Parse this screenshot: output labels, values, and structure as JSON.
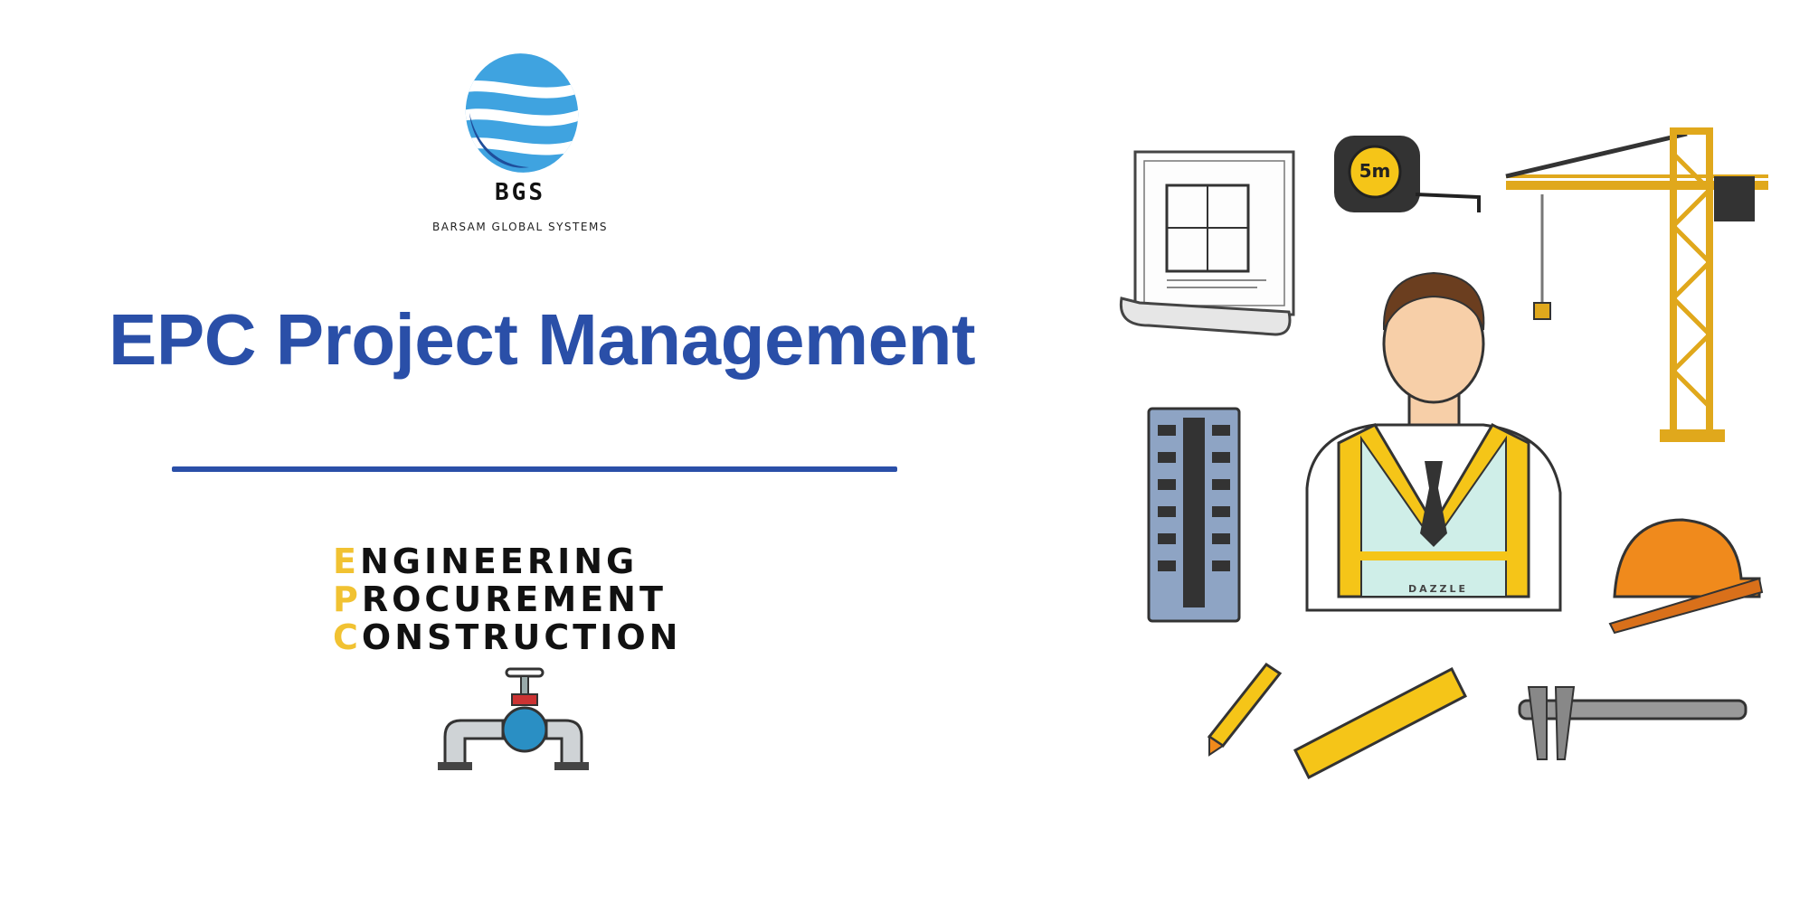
{
  "brand": {
    "abbreviation": "BGS",
    "name": "BARSAM GLOBAL SYSTEMS",
    "colors": {
      "logo_blue": "#3fa3e0",
      "logo_dark": "#1f4e9b"
    }
  },
  "title": "EPC Project Management",
  "epc": {
    "lines": [
      {
        "initial": "E",
        "rest": "NGINEERING"
      },
      {
        "initial": "P",
        "rest": "ROCUREMENT"
      },
      {
        "initial": "C",
        "rest": "ONSTRUCTION"
      }
    ]
  },
  "illustration": {
    "vest_text": "DAZZLE",
    "tape_text": "5m",
    "items": [
      "blueprint-icon",
      "tape-measure-icon",
      "tower-crane-icon",
      "building-icon",
      "engineer-icon",
      "hard-hat-icon",
      "pencil-icon",
      "ruler-icon",
      "caliper-icon",
      "valve-icon"
    ]
  },
  "colors": {
    "title_blue": "#2a4fa8",
    "accent_yellow": "#f1c232",
    "vest_yellow": "#f5c518",
    "helmet_orange": "#f08a1c"
  }
}
